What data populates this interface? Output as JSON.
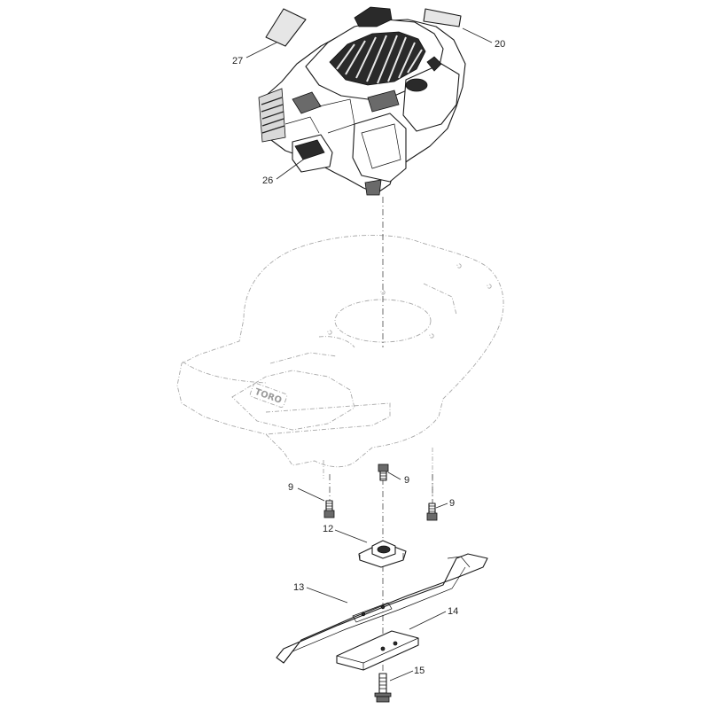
{
  "diagram": {
    "callouts": [
      {
        "id": "27",
        "text": "27"
      },
      {
        "id": "20",
        "text": "20"
      },
      {
        "id": "26",
        "text": "26"
      },
      {
        "id": "9a",
        "text": "9"
      },
      {
        "id": "9b",
        "text": "9"
      },
      {
        "id": "9c",
        "text": "9"
      },
      {
        "id": "12",
        "text": "12"
      },
      {
        "id": "13",
        "text": "13"
      },
      {
        "id": "14",
        "text": "14"
      },
      {
        "id": "15",
        "text": "15"
      }
    ],
    "deck_logo": "TORO"
  }
}
